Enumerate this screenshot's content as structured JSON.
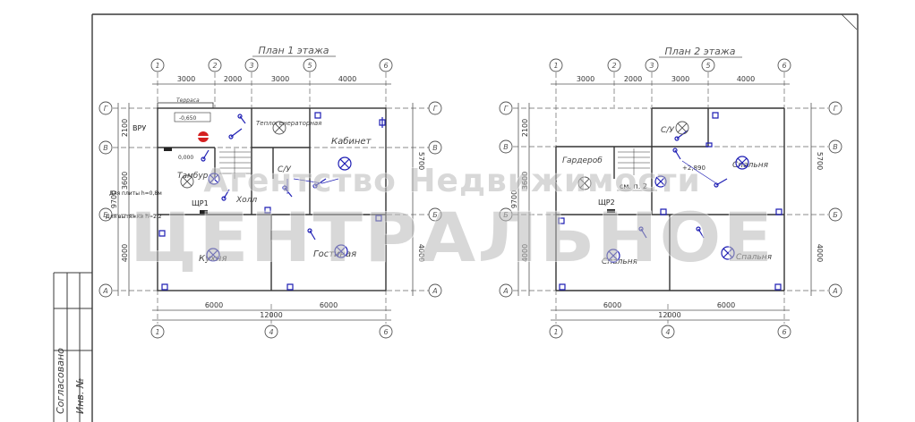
{
  "sheet": {
    "side_stamp": {
      "agreed": "Согласовано",
      "inv_no": "Инв. №"
    }
  },
  "watermark": {
    "line1": "Агентство Недвижимости",
    "line2": "ЦЕНТРАЛЬНОЕ"
  },
  "floor1": {
    "title": "План 1 этажа",
    "axes_top": [
      "1",
      "2",
      "3",
      "5",
      "6"
    ],
    "axes_bottom": [
      "1",
      "4",
      "6"
    ],
    "axes_left": [
      "Г",
      "В",
      "Б",
      "А"
    ],
    "axes_right": [
      "Г",
      "В",
      "Б",
      "А"
    ],
    "dims_top": [
      "3000",
      "2000",
      "3000",
      "4000"
    ],
    "dims_bottom": [
      "6000",
      "6000"
    ],
    "dim_total_bottom": "12000",
    "dims_left": [
      "2100",
      "3600",
      "4000"
    ],
    "dim_total_left": "9700",
    "dims_right": [
      "5700",
      "4000"
    ],
    "level_marks": [
      "-0,650",
      "0,000"
    ],
    "rooms": [
      "Терраса",
      "Теплогенераторная",
      "Кабинет",
      "С/У",
      "Тамбур",
      "Холл",
      "Кухня",
      "Гостиная"
    ],
    "labels": [
      "ВРУ",
      "ЩР1"
    ],
    "notes": [
      "Для плиты h=0,8м",
      "Для вытяжки h=2,2"
    ]
  },
  "floor2": {
    "title": "План 2 этажа",
    "axes_top": [
      "1",
      "2",
      "3",
      "5",
      "6"
    ],
    "axes_bottom": [
      "1",
      "4",
      "6"
    ],
    "axes_left": [
      "Г",
      "В",
      "Б",
      "А"
    ],
    "axes_right": [
      "Г",
      "В",
      "Б",
      "А"
    ],
    "dims_top": [
      "3000",
      "2000",
      "3000",
      "4000"
    ],
    "dims_bottom": [
      "6000",
      "6000"
    ],
    "dim_total_bottom": "12000",
    "dims_left": [
      "2100",
      "3600",
      "4000"
    ],
    "dim_total_left": "9700",
    "dims_right": [
      "5700",
      "4000"
    ],
    "level_marks": [
      "+2,890"
    ],
    "rooms": [
      "Гардероб",
      "С/У",
      "Спальня",
      "Спальня",
      "Спальня"
    ],
    "labels": [
      "ЩР2",
      "см. п. 2"
    ]
  },
  "colors": {
    "line": "#3a3a3a",
    "device": "#1f1fb4",
    "alarm": "#d42020",
    "watermark": "#b9b9b9"
  }
}
